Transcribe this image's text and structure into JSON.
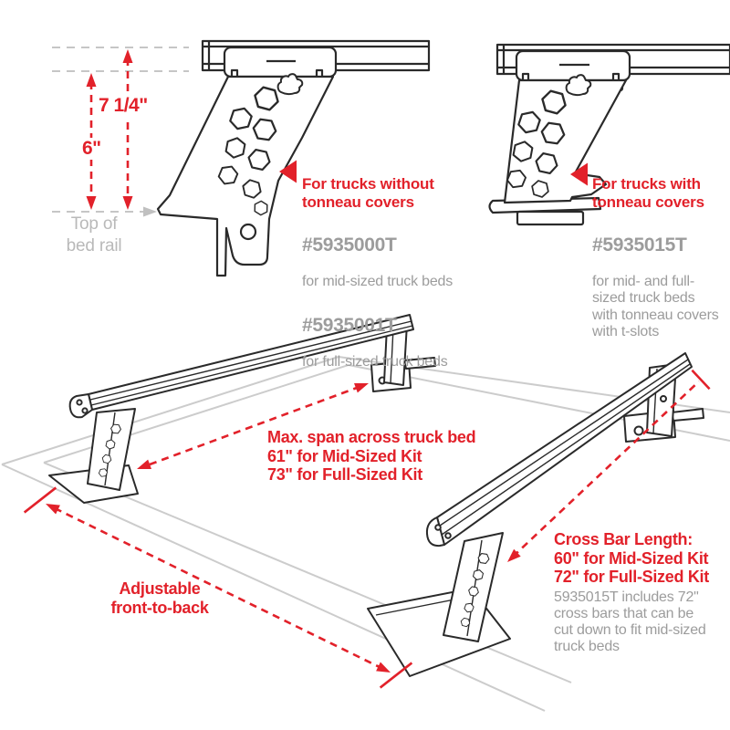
{
  "colors": {
    "accent_red": "#E2212A",
    "gray_text": "#9C9C9C",
    "faint_gray_text": "#B9B9B9",
    "line_art": "#2A2A2A",
    "bed_outline": "#CCCCCC",
    "dashed_guide_gray": "#C6C6C6"
  },
  "dimensions": {
    "dim_large": "7 1/4\"",
    "dim_small": "6\"",
    "baseline_label": [
      "Top of",
      "bed rail"
    ]
  },
  "callout_without": {
    "heading": [
      "For trucks without",
      "tonneau covers"
    ],
    "part1_number": "#5935000T",
    "part1_desc": "for mid-sized truck beds",
    "part2_number": "#5935001T",
    "part2_desc": "for full-sized truck beds"
  },
  "callout_with": {
    "heading": [
      "For trucks with",
      "tonneau covers"
    ],
    "part_number": "#5935015T",
    "part_desc": [
      "for mid- and full-",
      "sized truck beds",
      "with tonneau covers",
      "with t-slots"
    ]
  },
  "bottom_annotations": {
    "max_span": [
      "Max. span across truck bed",
      "61\" for Mid-Sized Kit",
      "73\" for Full-Sized Kit"
    ],
    "cross_bar": [
      "Cross Bar Length:",
      "60\" for Mid-Sized Kit",
      "72\" for Full-Sized Kit"
    ],
    "cross_bar_note": [
      "5935015T includes 72\"",
      "cross bars that can be",
      "cut down to fit mid-sized",
      "truck beds"
    ],
    "adjustable": [
      "Adjustable",
      "front-to-back"
    ]
  }
}
